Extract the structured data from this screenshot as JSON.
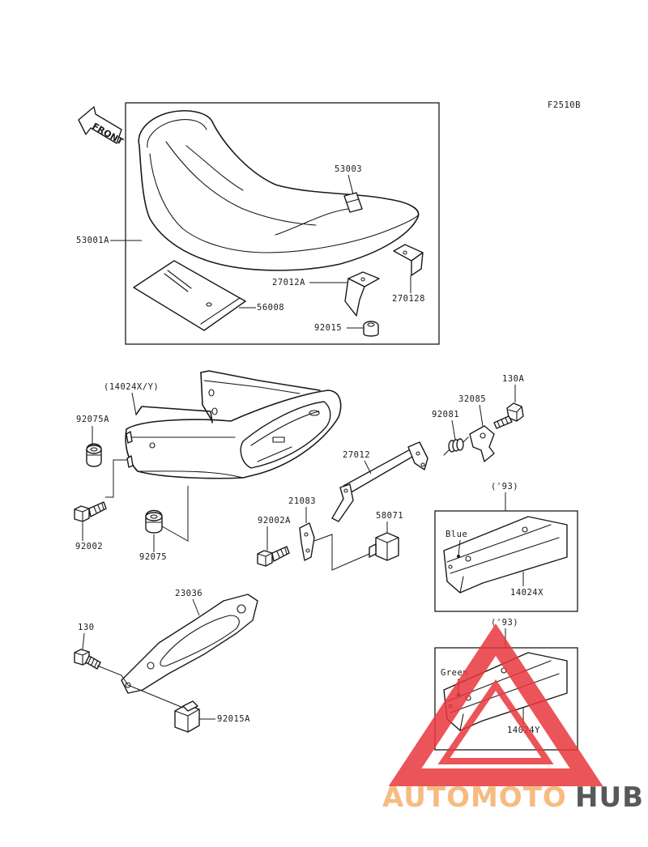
{
  "figure_code": "F2510B",
  "front_arrow": {
    "label": "FRONT"
  },
  "parts": {
    "p53003": "53003",
    "p53001A": "53001A",
    "p27012A": "27012A",
    "p270128": "270128",
    "p56008": "56008",
    "p92015": "92015",
    "p14024XY": "(14024X/Y)",
    "p130A": "130A",
    "p32085": "32085",
    "p92081": "92081",
    "p92075A": "92075A",
    "p27012": "27012",
    "p21083": "21083",
    "p58071": "58071",
    "p92002A": "92002A",
    "p92002": "92002",
    "p92075": "92075",
    "p23036": "23036",
    "p130": "130",
    "p92015A": "92015A"
  },
  "variant_blue": {
    "year": "('93)",
    "color_label": "Blue",
    "part": "14024X"
  },
  "variant_green": {
    "year": "('93)",
    "color_label": "Green",
    "part": "14024Y"
  },
  "watermark": {
    "word_a": "AUTOMOTO",
    "word_b": "HUB",
    "colors": {
      "triangle": "#e8373c",
      "word_a": "#f6b06a",
      "word_b": "#3b3b3b"
    }
  }
}
